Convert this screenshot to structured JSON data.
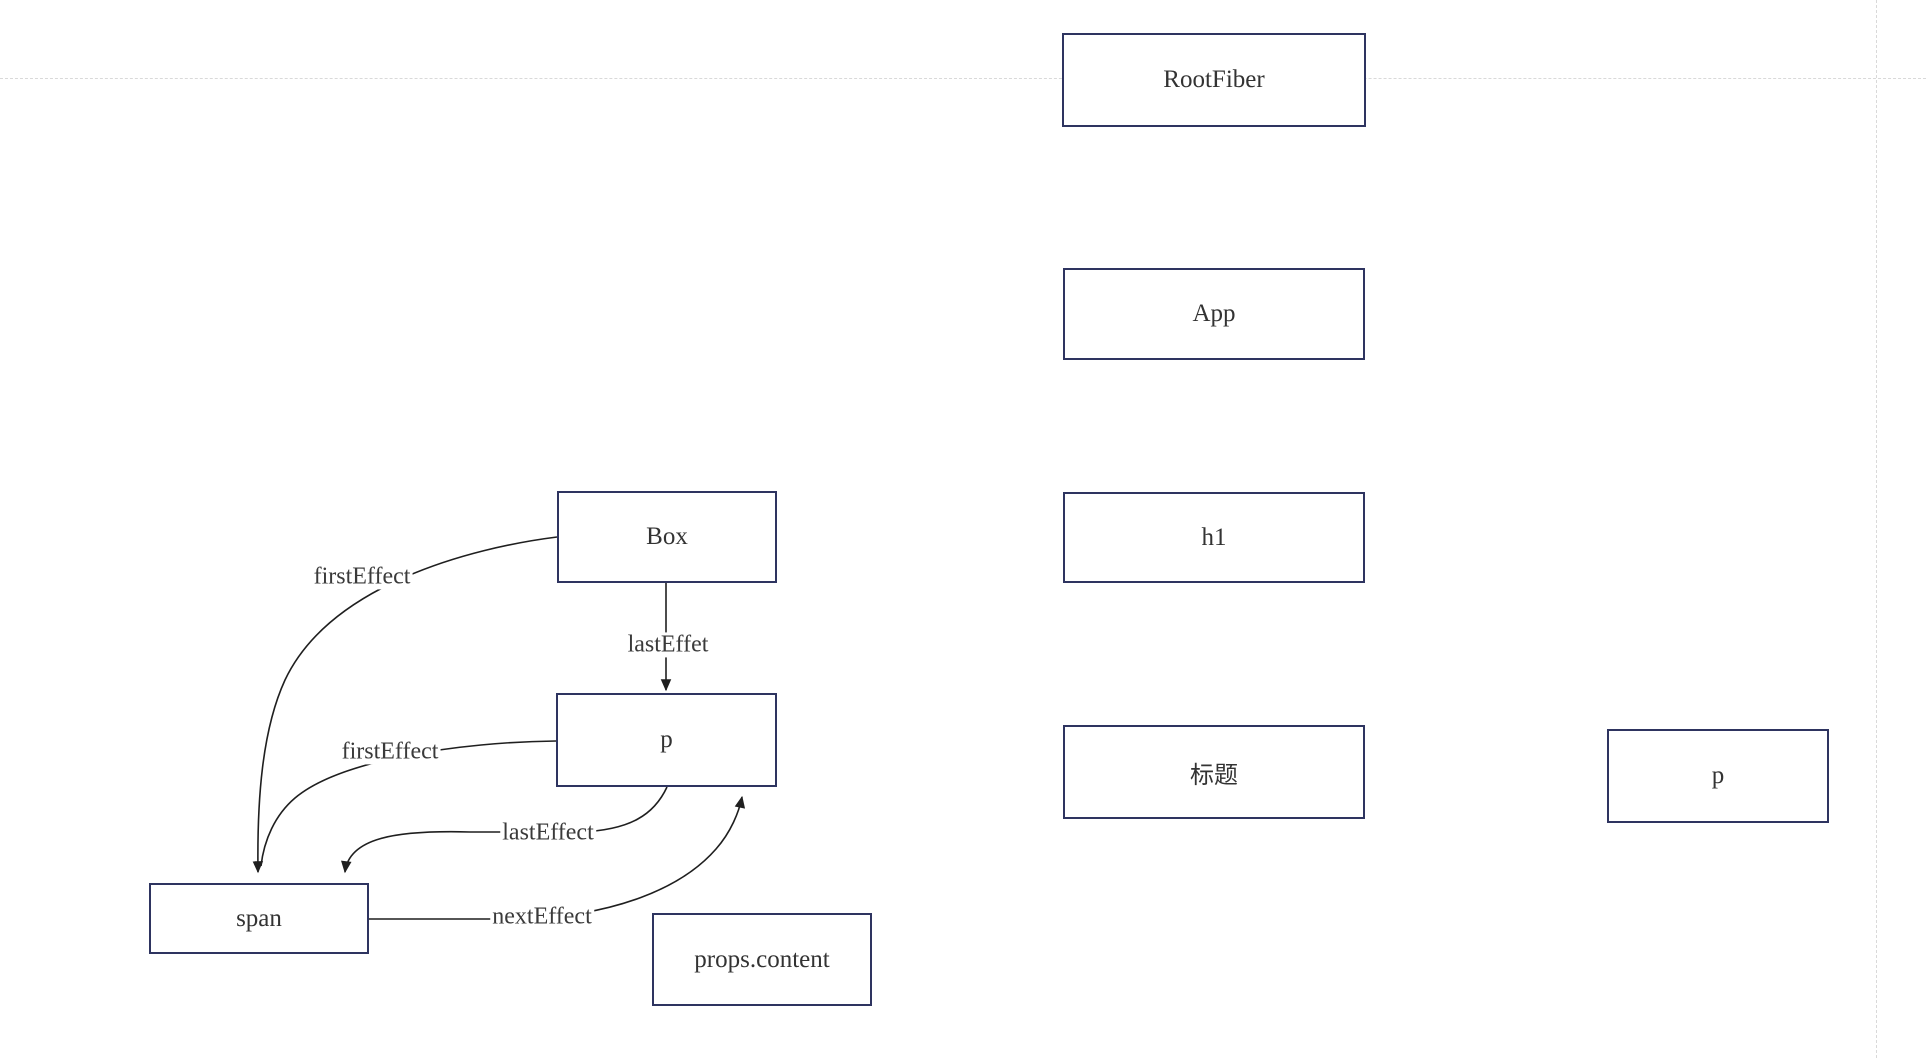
{
  "diagram": {
    "fiber_tree_nodes": {
      "rootfiber": {
        "label": "RootFiber"
      },
      "app": {
        "label": "App"
      },
      "h1": {
        "label": "h1"
      },
      "biaoti": {
        "label": "标题"
      },
      "p_right": {
        "label": "p"
      }
    },
    "effect_list_nodes": {
      "box": {
        "label": "Box"
      },
      "p_left": {
        "label": "p"
      },
      "span": {
        "label": "span"
      },
      "props": {
        "label": "props.content"
      }
    },
    "edge_labels": {
      "first_effect_box": {
        "text": "firstEffect"
      },
      "last_effet": {
        "text": "lastEffet"
      },
      "first_effect_p": {
        "text": "firstEffect"
      },
      "last_effect": {
        "text": "lastEffect"
      },
      "next_effect": {
        "text": "nextEffect"
      }
    },
    "colors": {
      "node_border": "#2e3460",
      "node_fill": "#ffffff",
      "edge_stroke": "#1f1f1f",
      "text": "#333333",
      "page_guide": "#d9d9d9"
    }
  }
}
